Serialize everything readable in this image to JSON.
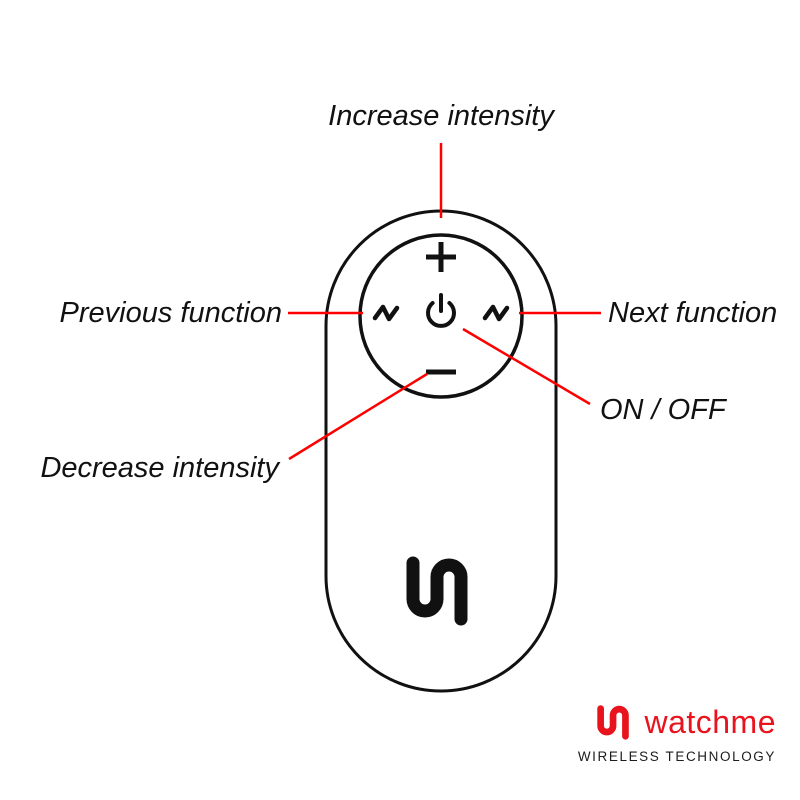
{
  "diagram": {
    "labels": {
      "increase_intensity": "Increase intensity",
      "previous_function": "Previous function",
      "next_function": "Next function",
      "on_off": "ON / OFF",
      "decrease_intensity": "Decrease intensity"
    },
    "icons": {
      "plus": "plus-icon",
      "minus": "minus-icon",
      "power": "power-icon",
      "wave_left": "wave-icon",
      "wave_right": "wave-icon",
      "device_logo": "watchme-logo"
    }
  },
  "brand": {
    "name": "watchme",
    "tagline": "WIRELESS TECHNOLOGY"
  },
  "colors": {
    "line": "#ff0000",
    "accent": "#e8131d",
    "ink": "#111111"
  }
}
